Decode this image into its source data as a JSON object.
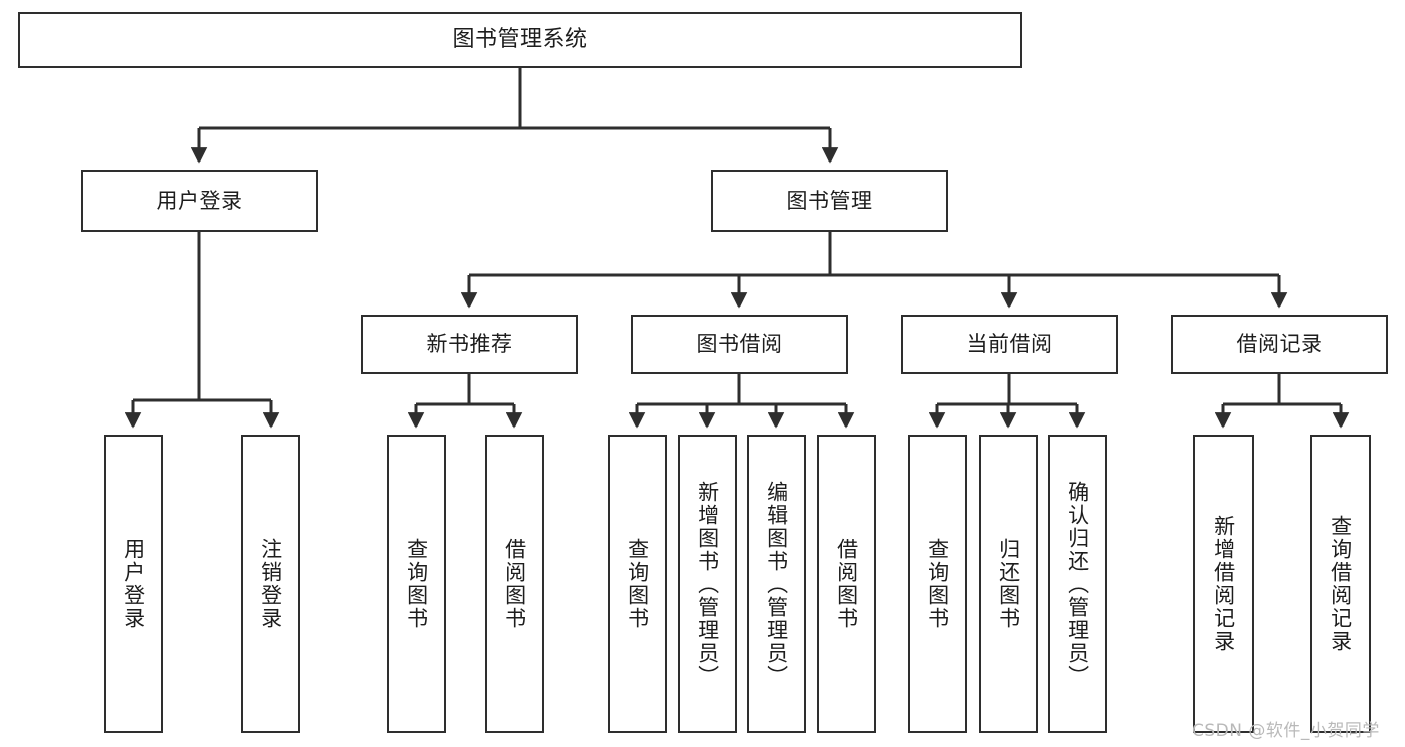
{
  "diagram": {
    "title": "图书管理系统",
    "type": "functional-structure-tree",
    "root": {
      "label": "图书管理系统"
    },
    "level1": [
      {
        "label": "用户登录"
      },
      {
        "label": "图书管理"
      }
    ],
    "level2": [
      {
        "label": "新书推荐"
      },
      {
        "label": "图书借阅"
      },
      {
        "label": "当前借阅"
      },
      {
        "label": "借阅记录"
      }
    ],
    "leaves": [
      {
        "label": "用户登录"
      },
      {
        "label": "注销登录"
      },
      {
        "label": "查询图书"
      },
      {
        "label": "借阅图书"
      },
      {
        "label": "查询图书"
      },
      {
        "label": "新增图书（管理员）"
      },
      {
        "label": "编辑图书（管理员）"
      },
      {
        "label": "借阅图书"
      },
      {
        "label": "查询图书"
      },
      {
        "label": "归还图书"
      },
      {
        "label": "确认归还（管理员）"
      },
      {
        "label": "新增借阅记录"
      },
      {
        "label": "查询借阅记录"
      }
    ]
  },
  "watermark": {
    "text": "CSDN @软件_小贺同学"
  },
  "colors": {
    "stroke": "#2e2e2e",
    "background": "#ffffff",
    "text": "#1d1d1d",
    "watermark": "#b9b9b9"
  }
}
